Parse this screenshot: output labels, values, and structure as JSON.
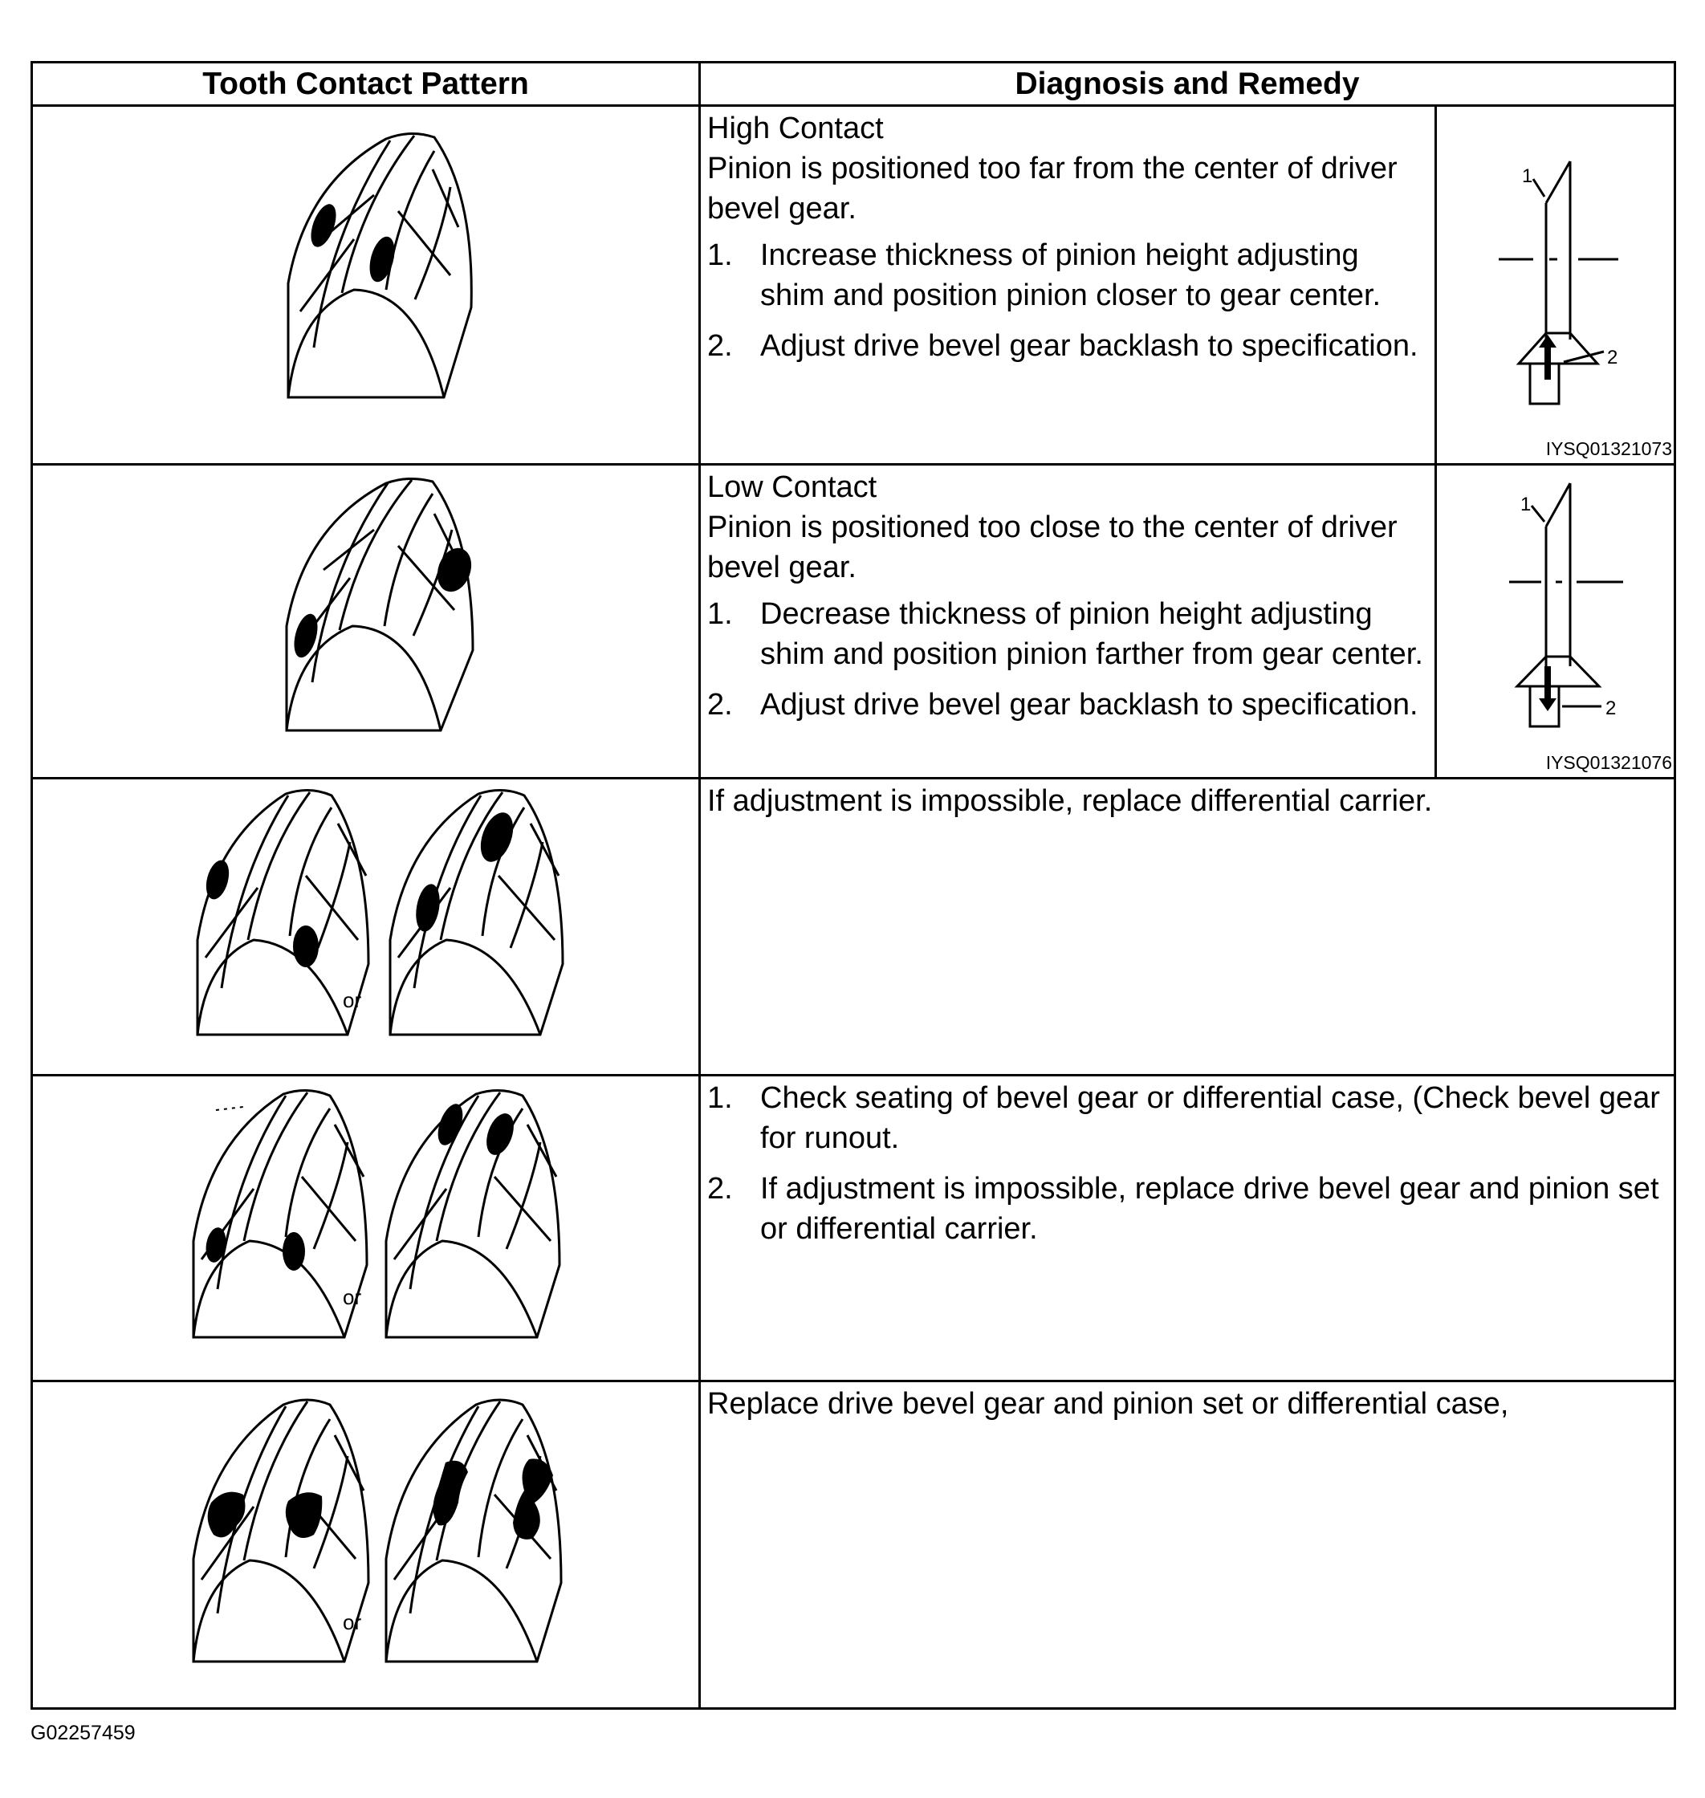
{
  "table": {
    "header": {
      "col1": "Tooth Contact Pattern",
      "col2": "Diagnosis and Remedy"
    },
    "rows": [
      {
        "title": "High Contact",
        "desc": "Pinion is positioned too far from the center of driver bevel gear.",
        "steps": [
          "Increase thickness of pinion height adjusting shim and position pinion closer to gear center.",
          "Adjust drive bevel gear backlash to specification."
        ],
        "figure": {
          "label1": "1",
          "label2": "2",
          "code": "IYSQ01321073",
          "arrow": "up"
        }
      },
      {
        "title": "Low Contact",
        "desc": "Pinion is positioned too close to the center of driver bevel gear.",
        "steps": [
          "Decrease thickness of pinion height adjusting shim and position pinion farther from gear center.",
          "Adjust drive bevel gear backlash to specification."
        ],
        "figure": {
          "label1": "1",
          "label2": "2",
          "code": "IYSQ01321076",
          "arrow": "down"
        }
      },
      {
        "desc": "If adjustment is impossible, replace differential carrier.",
        "or_label": "or"
      },
      {
        "steps": [
          "Check seating of bevel gear or differential case, (Check bevel gear for runout.",
          "If adjustment is impossible, replace drive bevel gear and pinion set or differential carrier."
        ],
        "or_label": "or"
      },
      {
        "desc": "Replace drive bevel gear and pinion set or differential case,",
        "or_label": "or"
      }
    ]
  },
  "step_numbers": [
    "1.",
    "2."
  ],
  "footer_code": "G02257459"
}
